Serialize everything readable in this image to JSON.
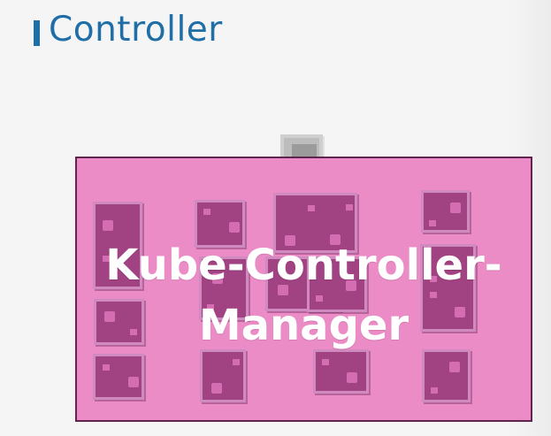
{
  "slide": {
    "title": "Controller",
    "component_label_line1": "Kube-Controller-",
    "component_label_line2": "Manager"
  },
  "colors": {
    "title": "#1f6ea7",
    "manager_fill": "#ec8cc6",
    "manager_border": "#5f254f",
    "node_fill": "#a14283",
    "node_accent": "#d46db1",
    "text_overlay": "#ffffff"
  }
}
